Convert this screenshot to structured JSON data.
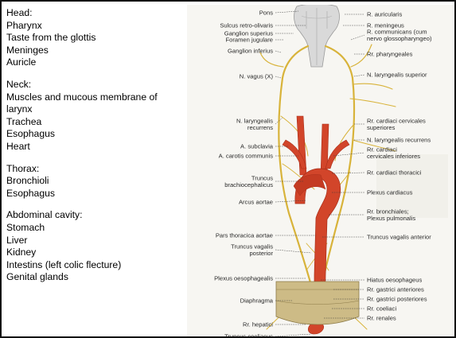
{
  "sections": [
    {
      "heading": "Head:",
      "items": [
        "Pharynx",
        "Taste from the glottis",
        "Meninges",
        "Auricle"
      ]
    },
    {
      "heading": "Neck:",
      "items": [
        "Muscles and mucous membrane of larynx",
        "Trachea",
        "Esophagus",
        "Heart"
      ]
    },
    {
      "heading": "Thorax:",
      "items": [
        "Bronchioli",
        "Esophagus"
      ]
    },
    {
      "heading": "Abdominal cavity:",
      "items": [
        "Stomach",
        "Liver",
        "Kidney",
        "Intestins (left colic flecture)",
        "Genital glands"
      ]
    }
  ],
  "figure": {
    "left_labels": [
      [
        "Pons"
      ],
      [
        "Sulcus retro-olivaris"
      ],
      [
        "Ganglion superius"
      ],
      [
        "Foramen jugulare"
      ],
      [
        "Ganglion inferius"
      ],
      [
        "N. vagus (X)"
      ],
      [
        "N. laryngealis",
        "recurrens"
      ],
      [
        "A. subclavia"
      ],
      [
        "A. carotis communis"
      ],
      [
        "Truncus",
        "brachiocephalicus"
      ],
      [
        "Arcus aortae"
      ],
      [
        "Pars thoracica aortae"
      ],
      [
        "Truncus vagalis",
        "posterior"
      ],
      [
        "Plexus oesophagealis"
      ],
      [
        "Diaphragma"
      ],
      [
        "Rr. hepatici"
      ],
      [
        "Truncus coeliacus"
      ]
    ],
    "right_labels": [
      [
        "R. auricularis"
      ],
      [
        "R. meningeus"
      ],
      [
        "R. communicans (cum",
        "nervo glossopharyngeo)"
      ],
      [
        "Rr. pharyngeales"
      ],
      [
        "N. laryngealis superior"
      ],
      [
        "Rr. cardiaci cervicales",
        "superiores"
      ],
      [
        "N. laryngealis recurrens"
      ],
      [
        "Rr. cardiaci",
        "cervicales inferiores"
      ],
      [
        "Rr. cardiaci thoracici"
      ],
      [
        "Plexus cardiacus"
      ],
      [
        "Rr. bronchiales;",
        "Plexus pulmonalis"
      ],
      [
        "Truncus vagalis anterior"
      ],
      [
        "Hiatus oesophageus"
      ],
      [
        "Rr. gastrici anteriores"
      ],
      [
        "Rr. gastrici posteriores"
      ],
      [
        "Rr. coeliaci"
      ],
      [
        "Rr. renales"
      ]
    ]
  },
  "colors": {
    "border": "#111111",
    "artery": "#d2452a",
    "artery_dark": "#a92f1a",
    "nerve": "#d8b33a",
    "brainstem": "#d9d9d9",
    "diaphragm": "#cdbb86"
  }
}
